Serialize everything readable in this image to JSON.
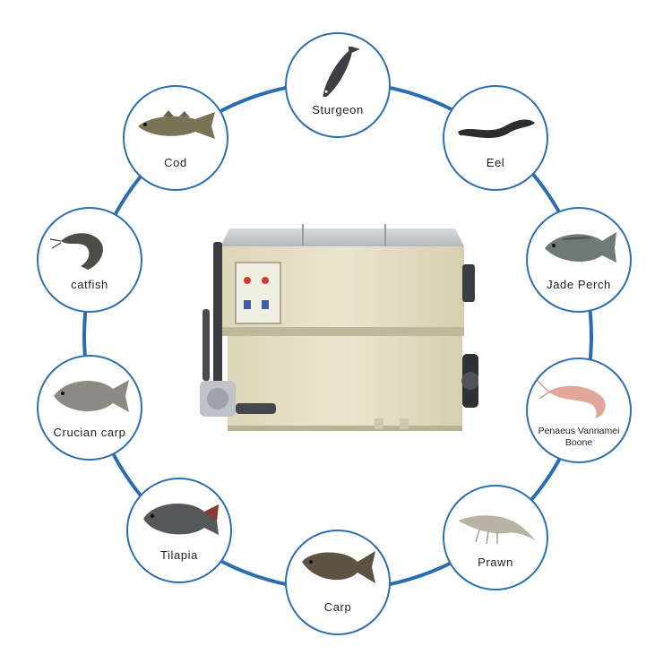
{
  "colors": {
    "ring": "#2b6db0",
    "border": "#2f6fae",
    "body": "#e6dfc5",
    "body_shade": "#d4ccad"
  },
  "species": [
    {
      "label": "Sturgeon",
      "icon": "sturgeon-icon"
    },
    {
      "label": "Eel",
      "icon": "eel-icon"
    },
    {
      "label": "Jade Perch",
      "icon": "perch-icon"
    },
    {
      "label": "Penaeus Vannamei\nBoone",
      "icon": "shrimp-icon"
    },
    {
      "label": "Prawn",
      "icon": "prawn-icon"
    },
    {
      "label": "Carp",
      "icon": "carp-icon"
    },
    {
      "label": "Tilapia",
      "icon": "tilapia-icon"
    },
    {
      "label": "Crucian carp",
      "icon": "crucian-carp-icon"
    },
    {
      "label": "catfish",
      "icon": "catfish-icon"
    },
    {
      "label": "Cod",
      "icon": "cod-icon"
    }
  ]
}
